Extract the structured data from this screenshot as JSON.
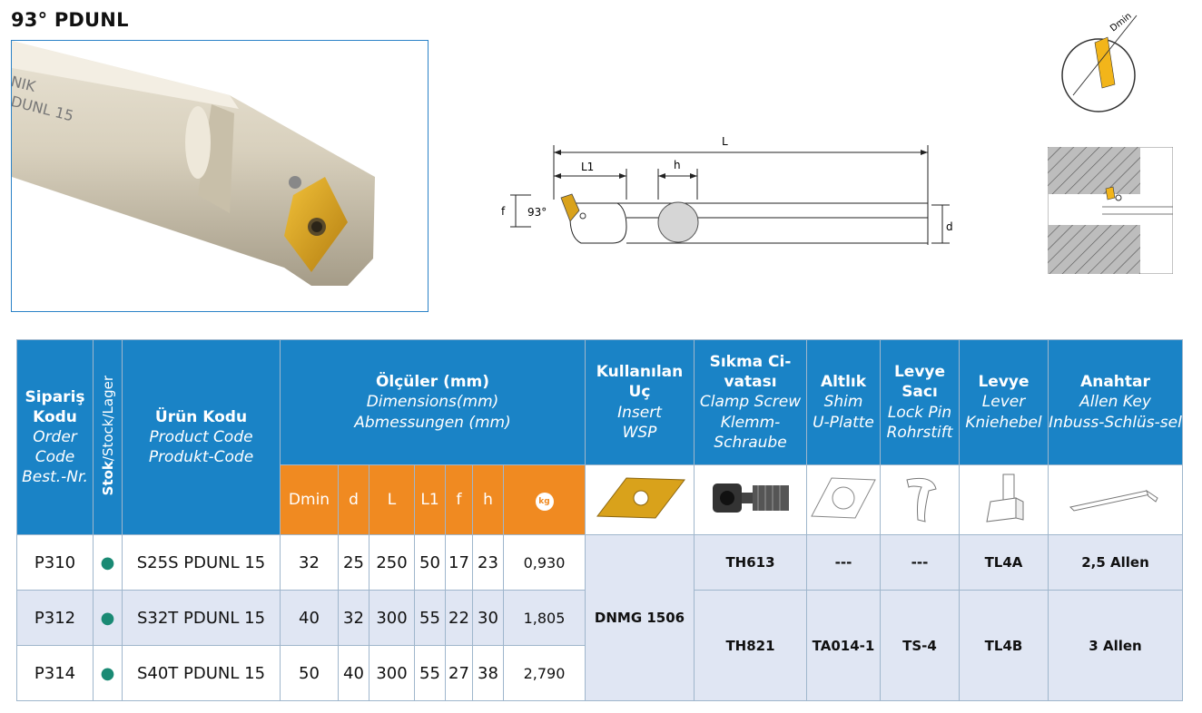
{
  "title": "93° PDUNL",
  "photo": {
    "engraving_1": "NIK",
    "engraving_2": "DUNL 15"
  },
  "drawing": {
    "L": "L",
    "L1": "L1",
    "h": "h",
    "f": "f",
    "angle": "93°",
    "d": "d"
  },
  "dmin_label": "Dmin",
  "table": {
    "headers": {
      "order_code": {
        "tr": "Sipariş Kodu",
        "en": "Order Code",
        "de": "Best.-Nr."
      },
      "stock": {
        "tr": "Stok",
        "rest": "/Stock/Lager"
      },
      "product_code": {
        "tr": "Ürün Kodu",
        "en": "Product Code",
        "de": "Produkt-Code"
      },
      "dimensions": {
        "tr": "Ölçüler (mm)",
        "en": "Dimensions(mm)",
        "de": "Abmessungen (mm)"
      },
      "insert": {
        "tr": "Kullanılan Uç",
        "en": "Insert",
        "de": "WSP"
      },
      "clamp_screw": {
        "tr": "Sıkma Ci-vatası",
        "en": "Clamp Screw",
        "de": "Klemm-Schraube"
      },
      "shim": {
        "tr": "Altlık",
        "en": "Shim",
        "de": "U-Platte"
      },
      "lock_pin": {
        "tr": "Levye Sacı",
        "en": "Lock Pin",
        "de": "Rohrstift"
      },
      "lever": {
        "tr": "Levye",
        "en": "Lever",
        "de": "Kniehebel"
      },
      "allen_key": {
        "tr": "Anahtar",
        "en": "Allen Key",
        "de": "Inbuss-Schlüs-sel"
      }
    },
    "dim_columns": [
      "Dmin",
      "d",
      "L",
      "L1",
      "f",
      "h"
    ],
    "weight_icon": "kg",
    "rows": [
      {
        "order": "P310",
        "stock": "●",
        "product": "S25S PDUNL 15",
        "Dmin": "32",
        "d": "25",
        "L": "250",
        "L1": "50",
        "f": "17",
        "h": "23",
        "weight": "0,930"
      },
      {
        "order": "P312",
        "stock": "●",
        "product": "S32T PDUNL 15",
        "Dmin": "40",
        "d": "32",
        "L": "300",
        "L1": "55",
        "f": "22",
        "h": "30",
        "weight": "1,805"
      },
      {
        "order": "P314",
        "stock": "●",
        "product": "S40T PDUNL 15",
        "Dmin": "50",
        "d": "40",
        "L": "300",
        "L1": "55",
        "f": "27",
        "h": "38",
        "weight": "2,790"
      }
    ],
    "insert_value": "DNMG 1506",
    "accessories": [
      {
        "clamp_screw": "TH613",
        "shim": "---",
        "lock_pin": "---",
        "lever": "TL4A",
        "allen_key": "2,5 Allen"
      },
      {
        "clamp_screw": "TH821",
        "shim": "TA014-1",
        "lock_pin": "TS-4",
        "lever": "TL4B",
        "allen_key": "3 Allen"
      }
    ]
  },
  "colors": {
    "header_blue": "#1a83c6",
    "header_orange": "#f08a21",
    "row_alt": "#e0e6f3",
    "stock_dot": "#1a8a74",
    "insert_gold": "#d9a21b"
  }
}
